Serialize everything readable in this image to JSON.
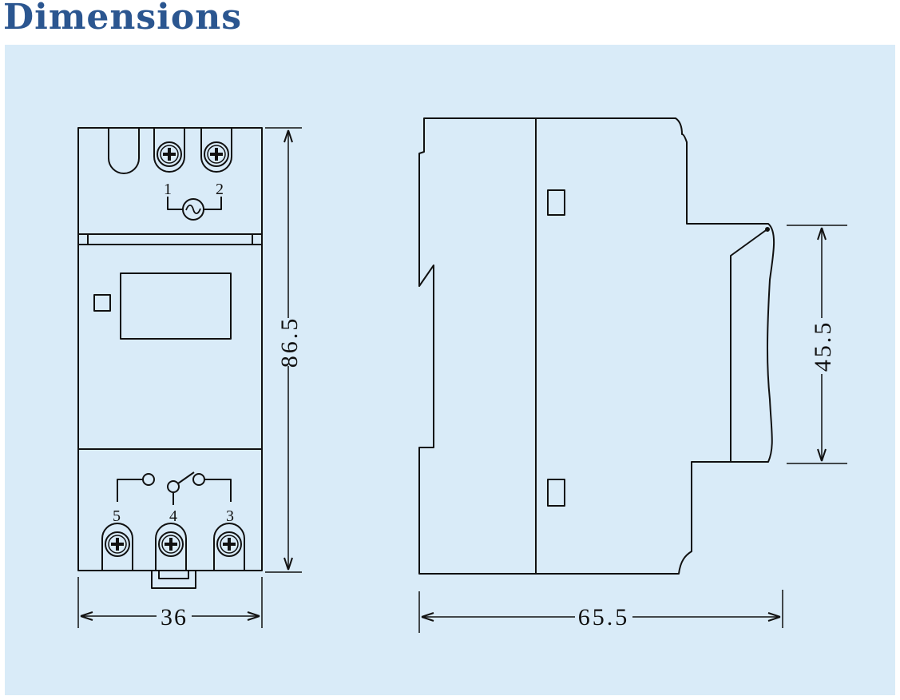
{
  "title": "Dimensions",
  "colors": {
    "title": "#2b5690",
    "panel_bg": "#d9ebf8",
    "line": "#111111"
  },
  "front_view": {
    "terminal_top_left": "1",
    "terminal_top_right": "2",
    "terminal_bottom_left": "5",
    "terminal_bottom_mid": "4",
    "terminal_bottom_right": "3",
    "ac_symbol_icon": "tilde-ac-icon",
    "screw_icon": "screw-plus-icon"
  },
  "dimensions": {
    "height": "86.5",
    "width": "36",
    "depth": "65.5",
    "rail_height": "45.5"
  }
}
